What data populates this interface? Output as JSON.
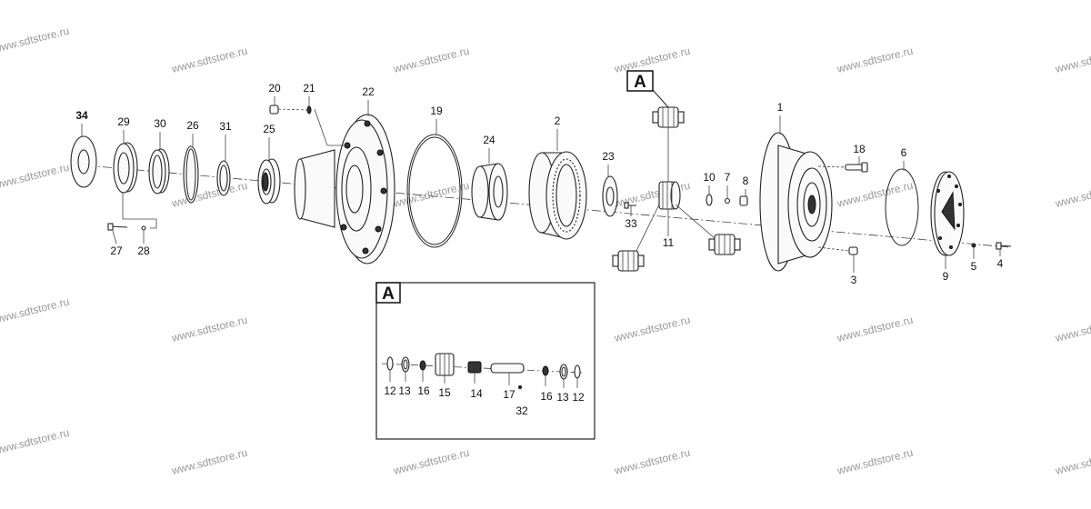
{
  "watermark": "www.sdtstore.ru",
  "detail_label": "A",
  "callouts": {
    "c1": "1",
    "c2": "2",
    "c3": "3",
    "c4": "4",
    "c5": "5",
    "c6": "6",
    "c7": "7",
    "c8": "8",
    "c9": "9",
    "c10": "10",
    "c11": "11",
    "c18": "18",
    "c19": "19",
    "c20": "20",
    "c21": "21",
    "c22": "22",
    "c23": "23",
    "c24": "24",
    "c25": "25",
    "c26": "26",
    "c27": "27",
    "c28": "28",
    "c29": "29",
    "c30": "30",
    "c31": "31",
    "c33": "33",
    "c34": "34"
  },
  "detail_callouts": {
    "d12a": "12",
    "d13a": "13",
    "d16a": "16",
    "d15": "15",
    "d14": "14",
    "d17": "17",
    "d32": "32",
    "d16b": "16",
    "d13b": "13",
    "d12b": "12"
  }
}
